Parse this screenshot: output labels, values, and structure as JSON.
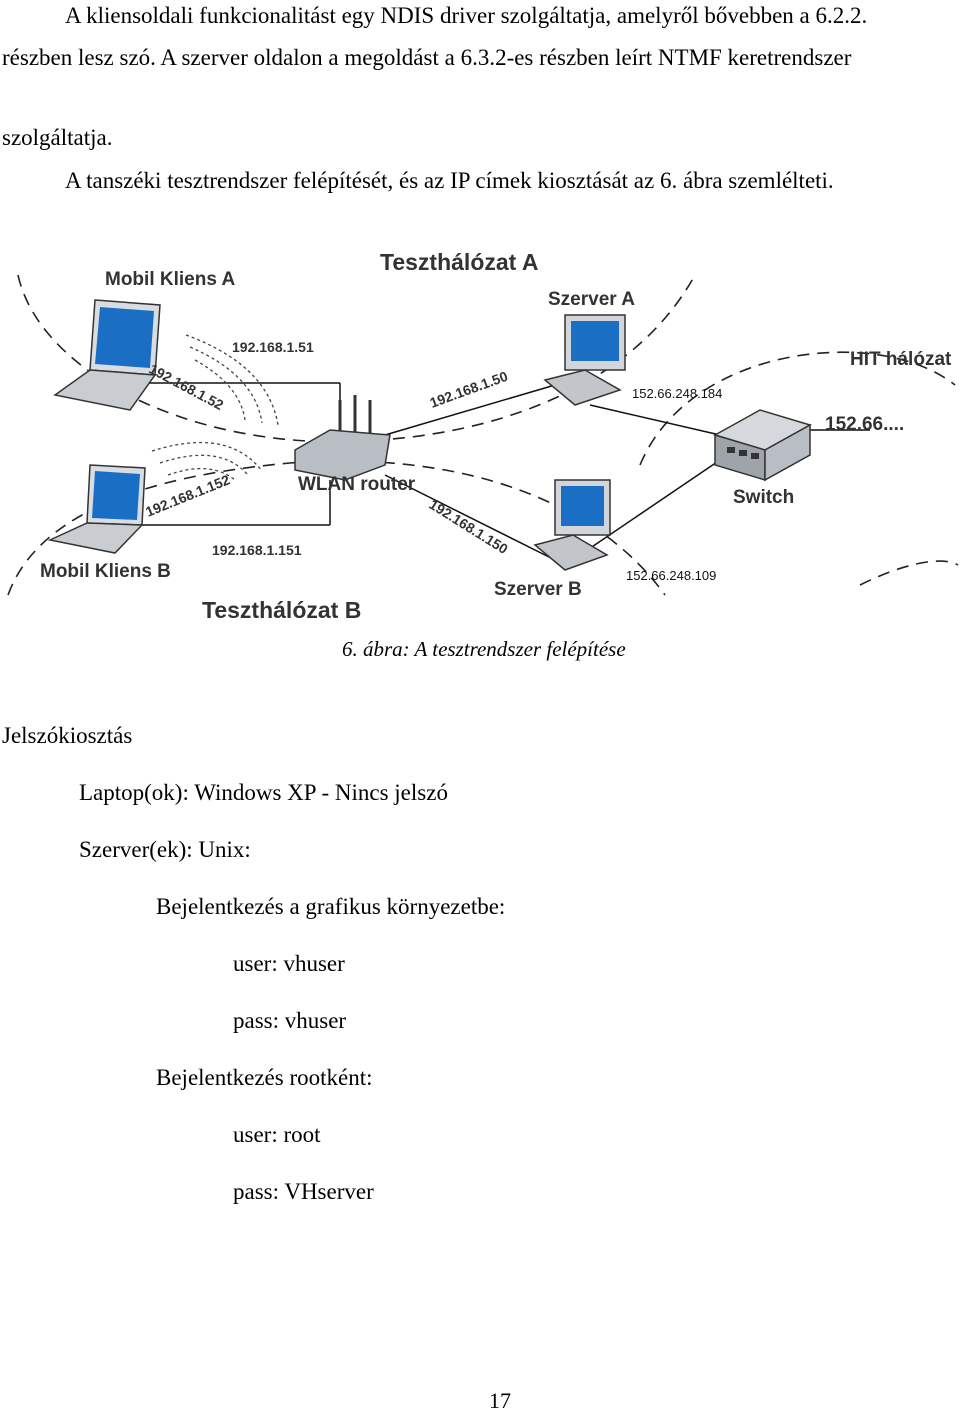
{
  "paragraph1": {
    "line1": "A kliensoldali funkcionalitást egy NDIS driver szolgáltatja, amelyről bővebben a 6.2.2.",
    "line2": "részben lesz szó.  A szerver oldalon a megoldást a 6.3.2-es részben leírt NTMF keretrendszer",
    "line3": "szolgáltatja."
  },
  "paragraph2": "A tanszéki tesztrendszer felépítését, és az IP címek kiosztását az 6. ábra szemlélteti.",
  "diagram": {
    "network_a_title": "Teszthálózat A",
    "network_b_title": "Teszthálózat B",
    "hit_network": "HIT hálózat",
    "mobile_client_a": "Mobil Kliens A",
    "mobile_client_b": "Mobil Kliens B",
    "server_a": "Szerver A",
    "server_b": "Szerver B",
    "wlan_router": "WLAN router",
    "switch": "Switch",
    "ip_router_a": "192.168.1.51",
    "ip_client_a": "192.168.1.52",
    "ip_server_a": "192.168.1.50",
    "ip_client_b": "192.168.1.152",
    "ip_router_b": "192.168.1.151",
    "ip_server_b": "192.168.1.150",
    "ip_server_a_public": "152.66.248.184",
    "ip_server_b_public": "152.66.248.109",
    "ip_hit": "152.66....",
    "colors": {
      "screen": "#1a6fc4",
      "device": "#b9bec4",
      "line": "#111111"
    }
  },
  "figure_caption": "6. ábra: A tesztrendszer felépítése",
  "passwords": {
    "heading": "Jelszókiosztás",
    "laptops": "Laptop(ok): Windows XP - Nincs jelszó",
    "servers": "Szerver(ek): Unix:",
    "graphical_login": "Bejelentkezés a grafikus környezetbe:",
    "graphical_user": "user: vhuser",
    "graphical_pass": "pass: vhuser",
    "root_login": "Bejelentkezés rootként:",
    "root_user": "user: root",
    "root_pass": "pass: VHserver"
  },
  "page_number": "17"
}
